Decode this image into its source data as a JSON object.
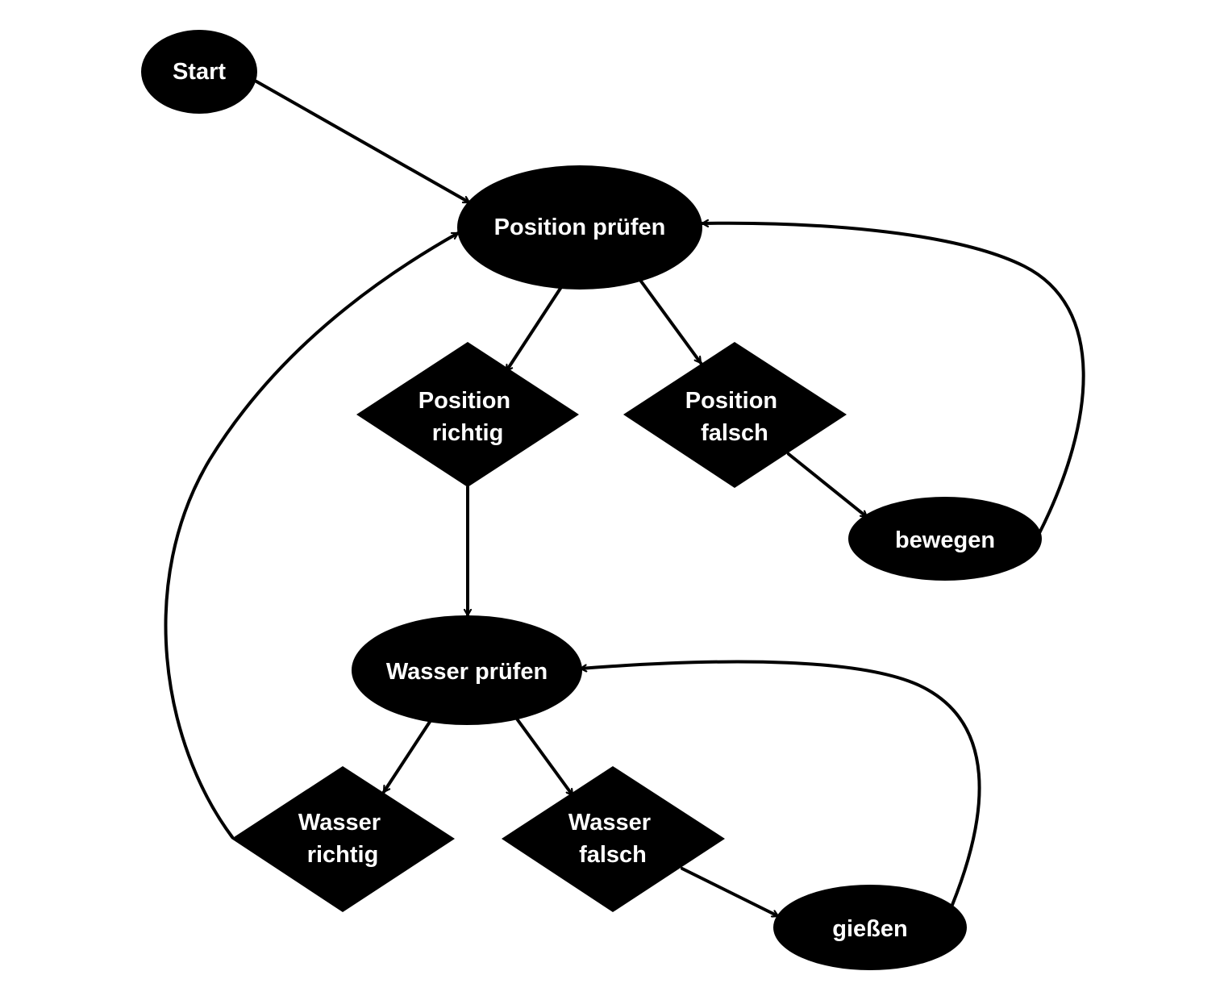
{
  "diagram": {
    "colors": {
      "node_fill": "#000000",
      "node_text": "#ffffff",
      "edge": "#000000",
      "background": "#ffffff"
    },
    "nodes": [
      {
        "id": "start",
        "shape": "ellipse",
        "lines": [
          "Start"
        ]
      },
      {
        "id": "position_pruefen",
        "shape": "ellipse",
        "lines": [
          "Position prüfen"
        ]
      },
      {
        "id": "position_richtig",
        "shape": "diamond",
        "lines": [
          "Position",
          "richtig"
        ]
      },
      {
        "id": "position_falsch",
        "shape": "diamond",
        "lines": [
          "Position",
          "falsch"
        ]
      },
      {
        "id": "bewegen",
        "shape": "ellipse",
        "lines": [
          "bewegen"
        ]
      },
      {
        "id": "wasser_pruefen",
        "shape": "ellipse",
        "lines": [
          "Wasser prüfen"
        ]
      },
      {
        "id": "wasser_richtig",
        "shape": "diamond",
        "lines": [
          "Wasser",
          "richtig"
        ]
      },
      {
        "id": "wasser_falsch",
        "shape": "diamond",
        "lines": [
          "Wasser",
          "falsch"
        ]
      },
      {
        "id": "giessen",
        "shape": "ellipse",
        "lines": [
          "gießen"
        ]
      }
    ],
    "edges": [
      {
        "from": "start",
        "to": "position_pruefen"
      },
      {
        "from": "position_pruefen",
        "to": "position_richtig"
      },
      {
        "from": "position_pruefen",
        "to": "position_falsch"
      },
      {
        "from": "position_falsch",
        "to": "bewegen"
      },
      {
        "from": "bewegen",
        "to": "position_pruefen"
      },
      {
        "from": "position_richtig",
        "to": "wasser_pruefen"
      },
      {
        "from": "wasser_pruefen",
        "to": "wasser_richtig"
      },
      {
        "from": "wasser_pruefen",
        "to": "wasser_falsch"
      },
      {
        "from": "wasser_falsch",
        "to": "giessen"
      },
      {
        "from": "giessen",
        "to": "wasser_pruefen"
      },
      {
        "from": "wasser_richtig",
        "to": "position_pruefen"
      }
    ]
  }
}
